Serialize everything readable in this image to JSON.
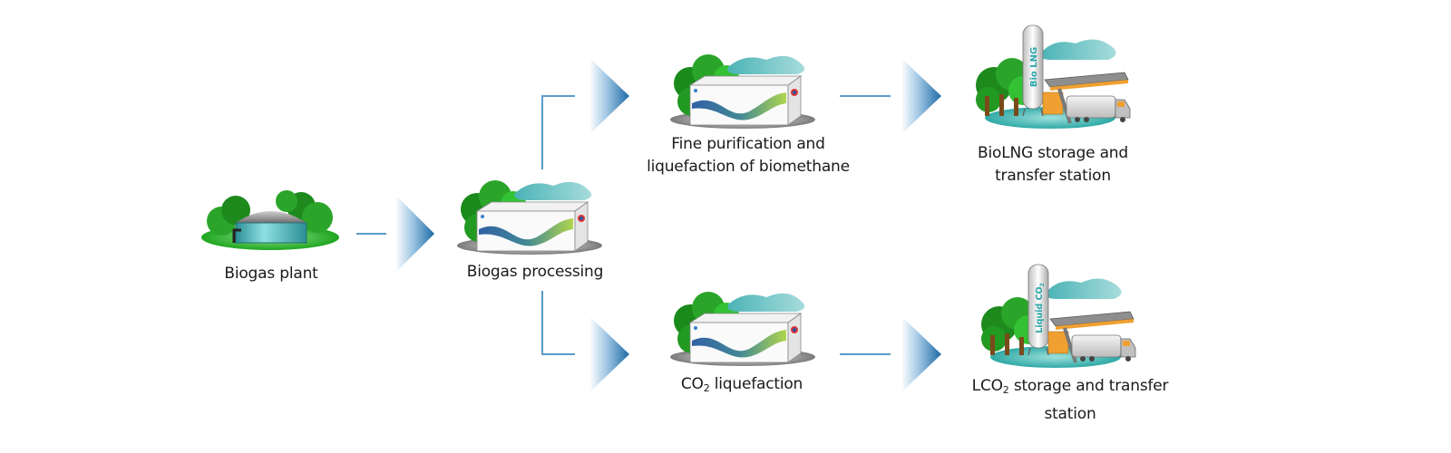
{
  "diagram": {
    "title": "Biogas to BioLNG and LCO2 process flow",
    "colors": {
      "connector": "#5b9bc8",
      "arrow_dark": "#1d6aa5",
      "arrow_light": "#ffffff",
      "tree_dark": "#1e7d1e",
      "tree_light": "#33c233",
      "cloud": "#4fb6bb",
      "ground_grey": "#9a9a9a",
      "ground_teal": "#3fb3b0",
      "tank_teal": "#3ab0b5",
      "roof_grey": "#8e8e8e",
      "canopy_orange": "#f0a030"
    },
    "nodes": [
      {
        "id": "biogas-plant",
        "label_line1": "Biogas plant",
        "label_line2": "",
        "icon": "biogas-dome-icon"
      },
      {
        "id": "biogas-processing",
        "label_line1": "Biogas processing",
        "label_line2": "",
        "icon": "processing-container-icon"
      },
      {
        "id": "fine-purification",
        "label_line1": "Fine purification and",
        "label_line2": "liquefaction of biomethane",
        "icon": "processing-container-icon"
      },
      {
        "id": "co2-liquefaction",
        "label_prefix": "CO",
        "label_sub": "2",
        "label_suffix": " liquefaction",
        "icon": "processing-container-icon"
      },
      {
        "id": "biolng-station",
        "label_line1": "BioLNG storage and",
        "label_line2": "transfer station",
        "icon": "storage-station-icon",
        "tank_text": "Bio LNG"
      },
      {
        "id": "lco2-station",
        "label_prefix": "LCO",
        "label_sub": "2",
        "label_suffix": " storage and transfer",
        "label_line2": "station",
        "icon": "storage-station-icon",
        "tank_text": "Liquid CO",
        "tank_sub": "2"
      }
    ],
    "edges": [
      {
        "from": "biogas-plant",
        "to": "biogas-processing"
      },
      {
        "from": "biogas-processing",
        "to": "fine-purification"
      },
      {
        "from": "biogas-processing",
        "to": "co2-liquefaction"
      },
      {
        "from": "fine-purification",
        "to": "biolng-station"
      },
      {
        "from": "co2-liquefaction",
        "to": "lco2-station"
      }
    ]
  }
}
